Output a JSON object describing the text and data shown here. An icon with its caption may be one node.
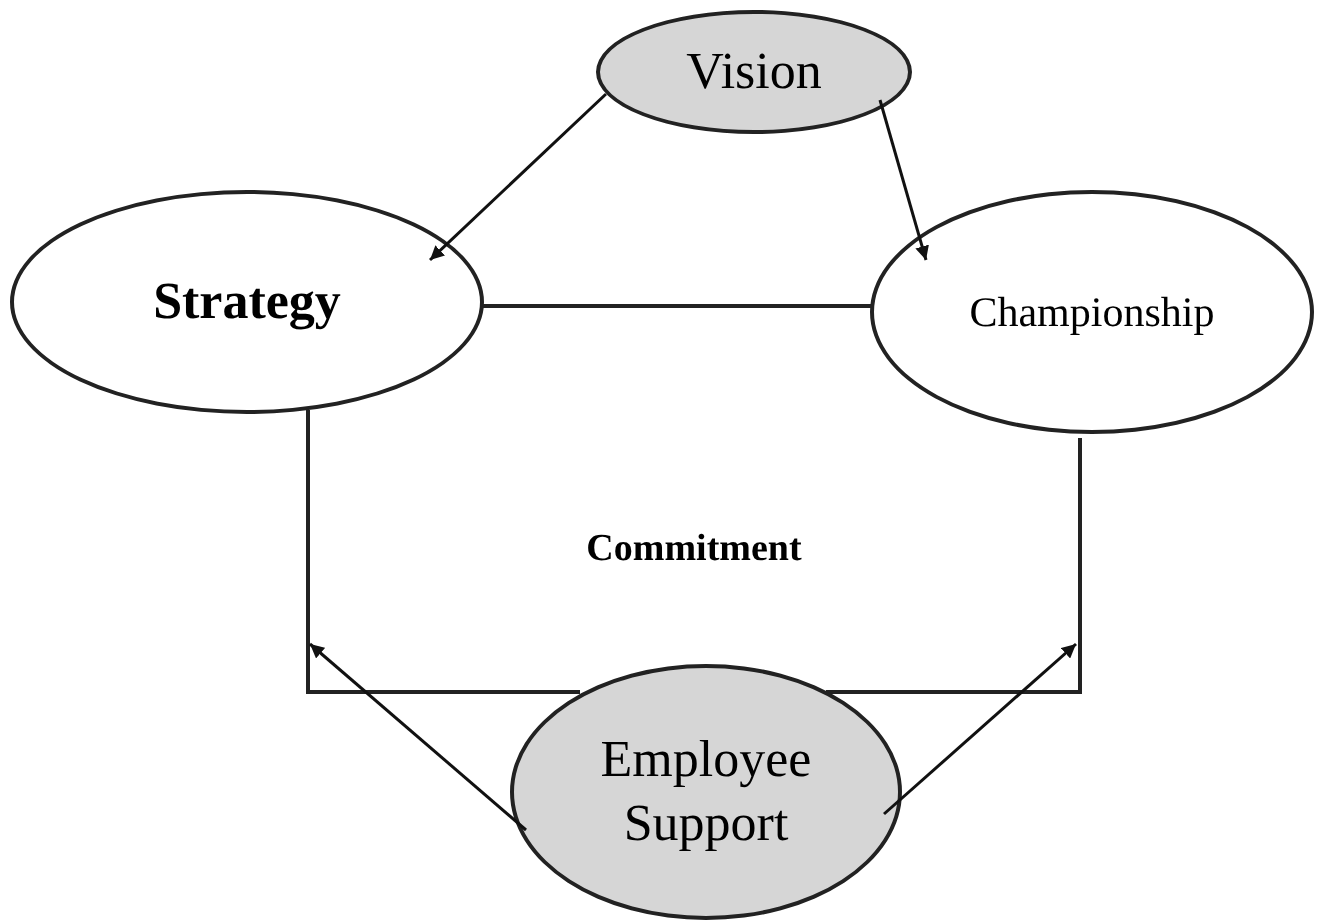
{
  "diagram": {
    "nodes": [
      {
        "text": [
          "Vision"
        ]
      },
      {
        "text": [
          "Strategy"
        ]
      },
      {
        "text": [
          "Championship"
        ]
      },
      {
        "text": [
          "Commitment"
        ]
      },
      {
        "text": [
          "Employee Support"
        ]
      }
    ],
    "edges": [
      {
        "from": 0,
        "to": 1,
        "arrow": "to"
      },
      {
        "from": 0,
        "to": 2,
        "arrow": "to"
      },
      {
        "from": 4,
        "to": 3,
        "arrow": "to"
      },
      {
        "from": 4,
        "to": 3,
        "arrow": "to"
      }
    ]
  }
}
